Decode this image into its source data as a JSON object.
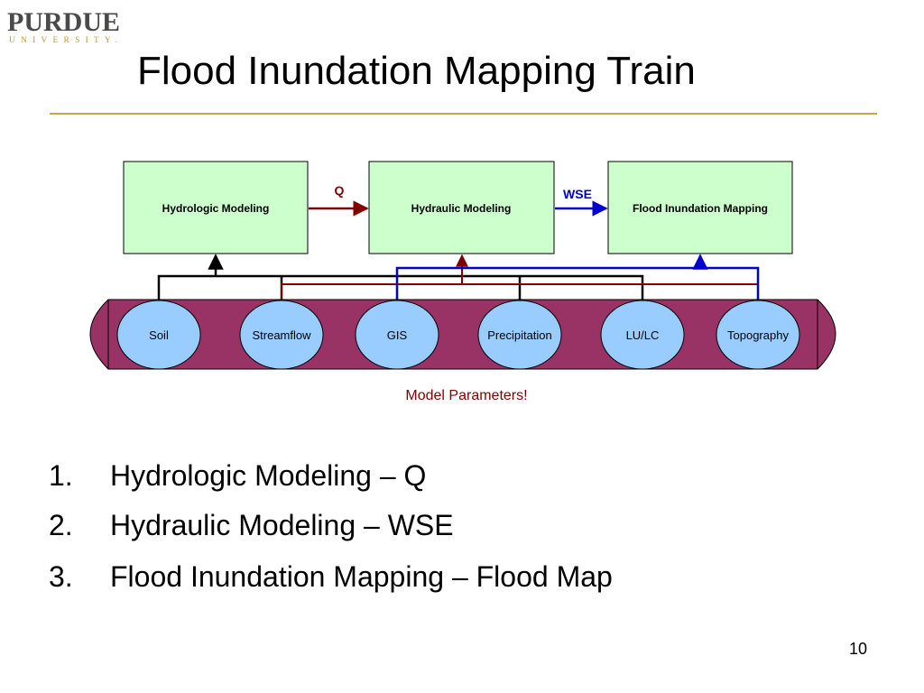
{
  "colors": {
    "accent_gold": "#c4a747",
    "process_box_fill": "#ccffcc",
    "band_fill": "#993366",
    "param_fill": "#99ccff",
    "flow_q": "#800000",
    "flow_wse": "#0000cc",
    "caption": "#800000"
  },
  "logo": {
    "main": "PURDUE",
    "sub": "UNIVERSITY."
  },
  "title": "Flood Inundation Mapping Train",
  "diagram": {
    "process_boxes": [
      "Hydrologic Modeling",
      "Hydraulic Modeling",
      "Flood Inundation Mapping"
    ],
    "flows": {
      "q": "Q",
      "wse": "WSE"
    },
    "parameters": [
      "Soil",
      "Streamflow",
      "GIS",
      "Precipitation",
      "LU/LC",
      "Topography"
    ],
    "caption": "Model Parameters!"
  },
  "list": [
    {
      "marker": "1.",
      "text": "Hydrologic Modeling – Q"
    },
    {
      "marker": "2.",
      "text": "Hydraulic Modeling – WSE"
    },
    {
      "marker": "3.",
      "text": "Flood Inundation Mapping – Flood Map"
    }
  ],
  "page_number": "10"
}
